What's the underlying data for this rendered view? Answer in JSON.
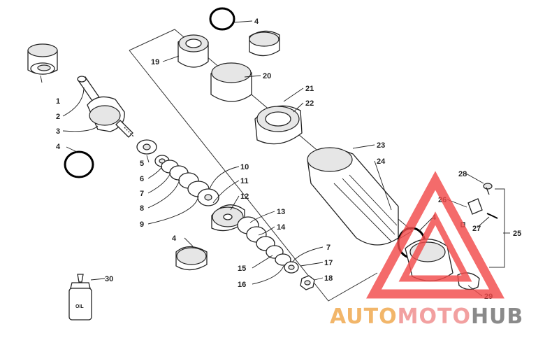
{
  "diagram": {
    "callouts": [
      "1",
      "2",
      "3",
      "4",
      "5",
      "6",
      "7",
      "8",
      "9",
      "10",
      "11",
      "12",
      "13",
      "14",
      "15",
      "16",
      "17",
      "18",
      "19",
      "20",
      "21",
      "22",
      "23",
      "24",
      "25",
      "26",
      "27",
      "28",
      "29",
      "30"
    ],
    "bottle_label": "OIL"
  },
  "watermark": {
    "brand_part1": "AUTO",
    "brand_part2": "MOTO",
    "brand_part3": "HUB",
    "colors": {
      "auto": "#f2b66a",
      "moto": "#f2a0a0",
      "hub": "#8a8a8a",
      "triangle": "#f24a4a"
    }
  }
}
